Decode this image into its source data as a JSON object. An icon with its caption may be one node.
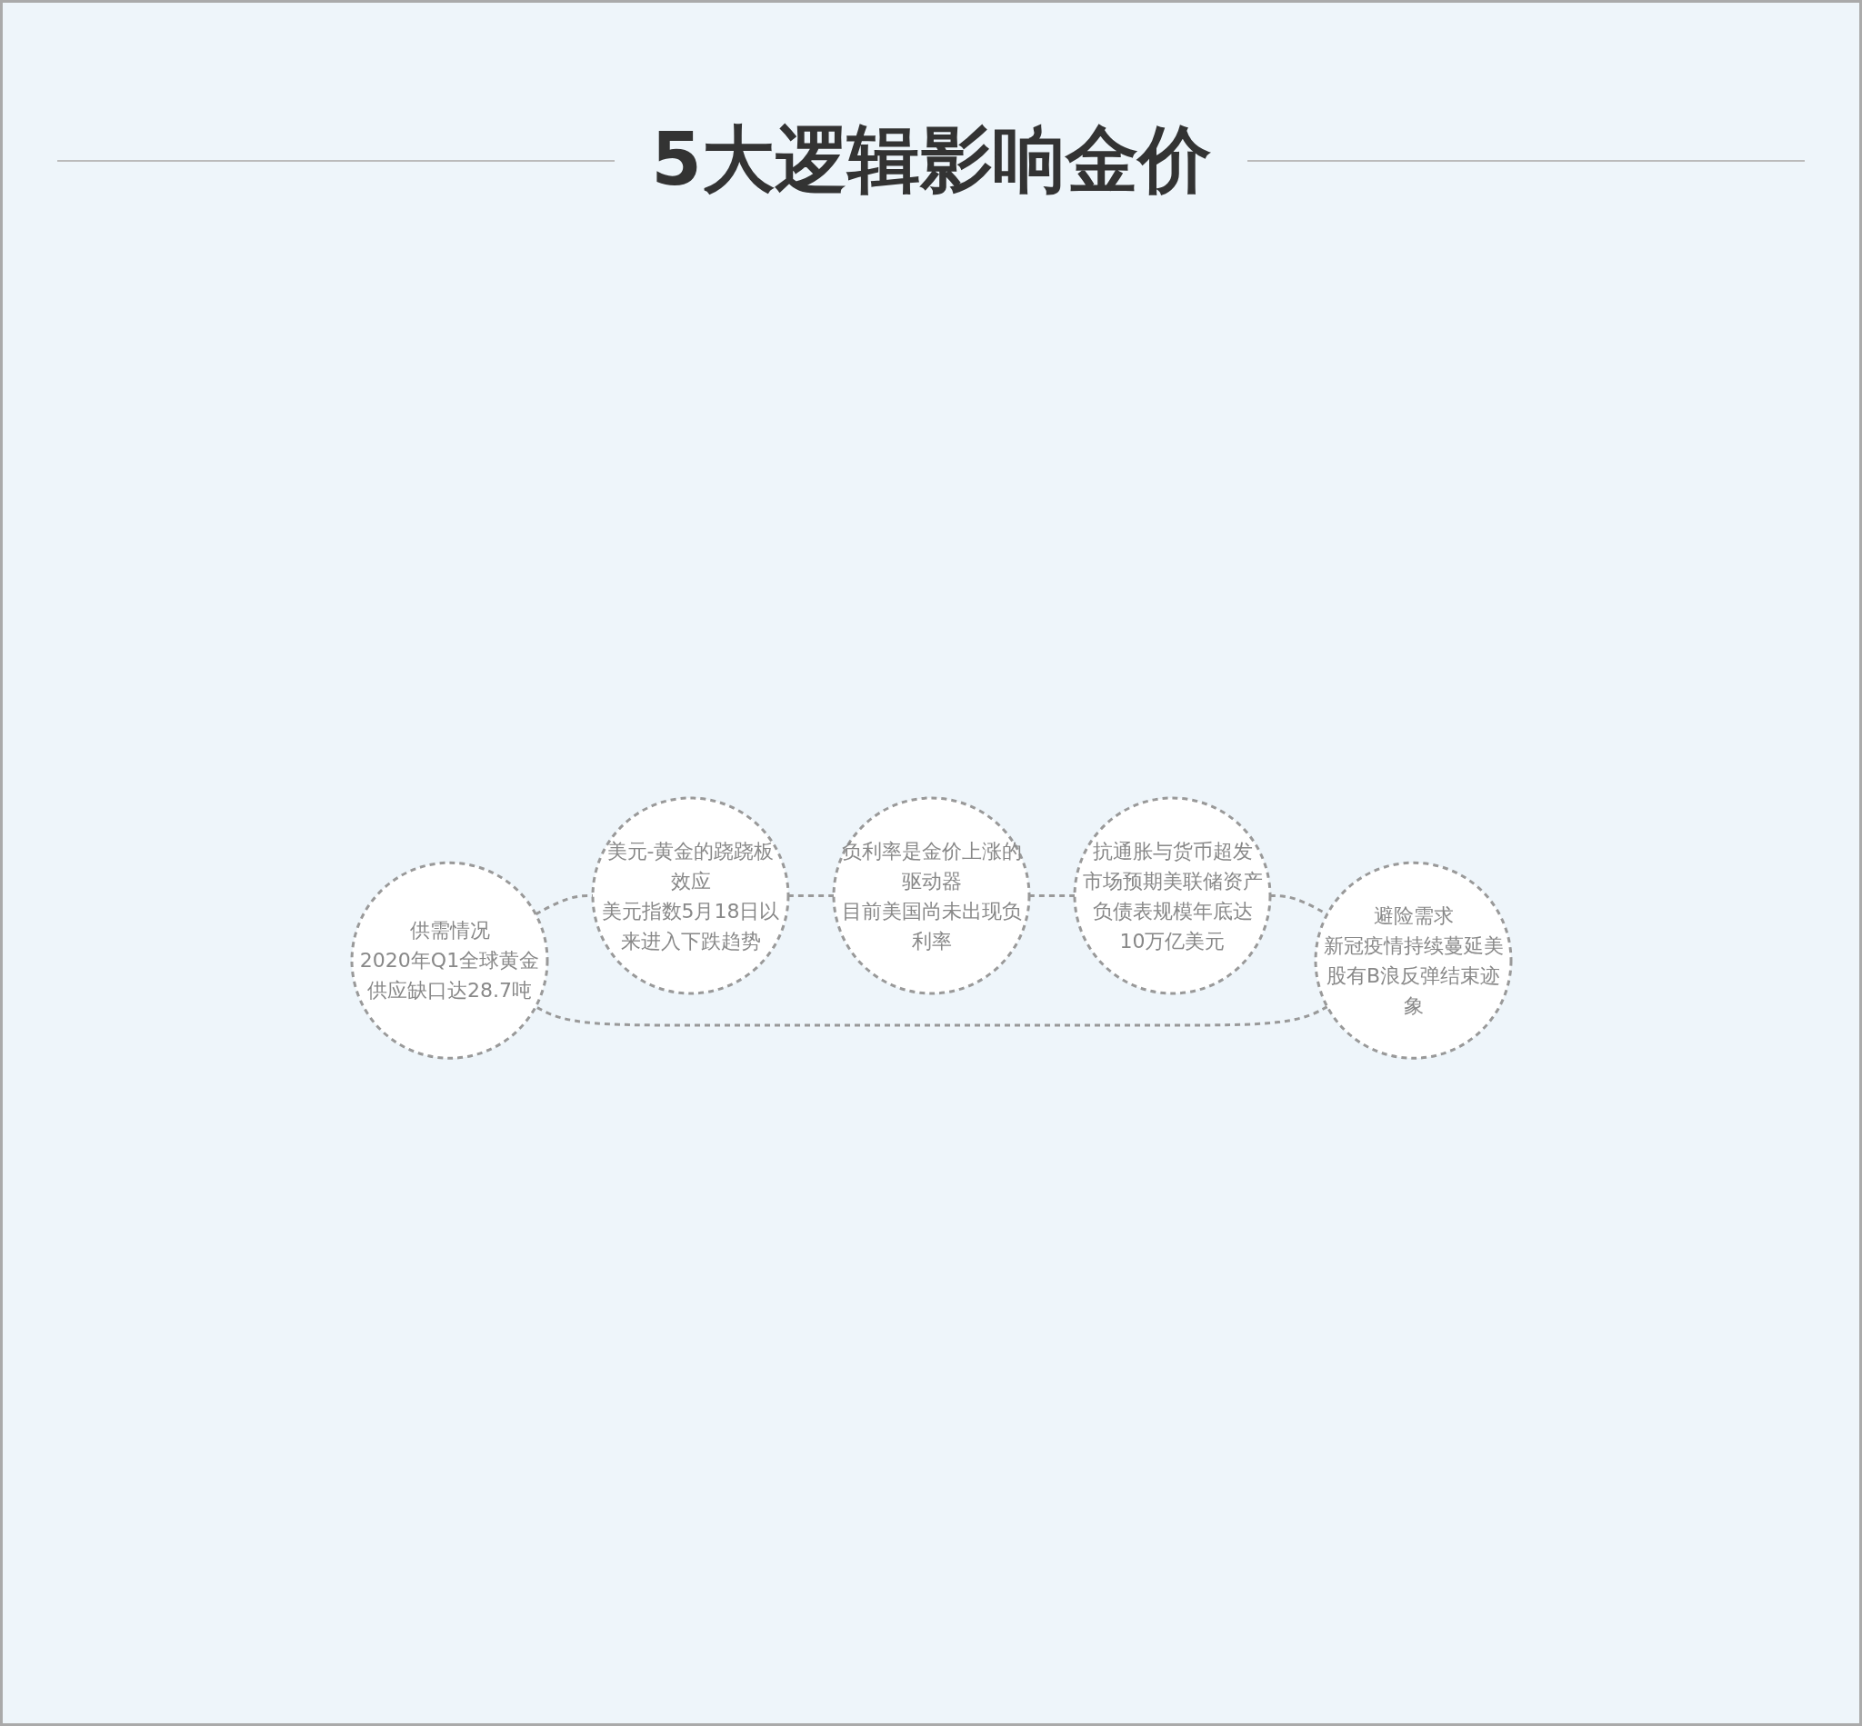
{
  "diagram": {
    "title": "5大逻辑影响金价",
    "nodes": [
      {
        "text": [
          "供需情况",
          "2020年Q1全球黄金供应缺口达28.7吨"
        ]
      },
      {
        "text": [
          "美元-黄金的跷跷板效应",
          "美元指数5月18日以来进入下跌趋势"
        ]
      },
      {
        "text": [
          "避险需求",
          "新冠疫情持续蔓延美股有B浪反弹结束迹象"
        ]
      },
      {
        "text": [
          "负利率是金价上涨的驱动器",
          "目前美国尚未出现负利率"
        ]
      },
      {
        "text": [
          "抗通胀与货币超发",
          "市场预期美联储资产负债表规模年底达10万亿美元"
        ]
      }
    ],
    "edges": [
      {
        "from": 0,
        "to": 1,
        "arrow": "none",
        "style": "dashed"
      },
      {
        "from": 1,
        "to": 3,
        "arrow": "none",
        "style": "dashed"
      },
      {
        "from": 3,
        "to": 4,
        "arrow": "none",
        "style": "dashed"
      },
      {
        "from": 4,
        "to": 2,
        "arrow": "none",
        "style": "dashed"
      },
      {
        "from": 2,
        "to": 0,
        "arrow": "none",
        "style": "dashed"
      }
    ]
  }
}
